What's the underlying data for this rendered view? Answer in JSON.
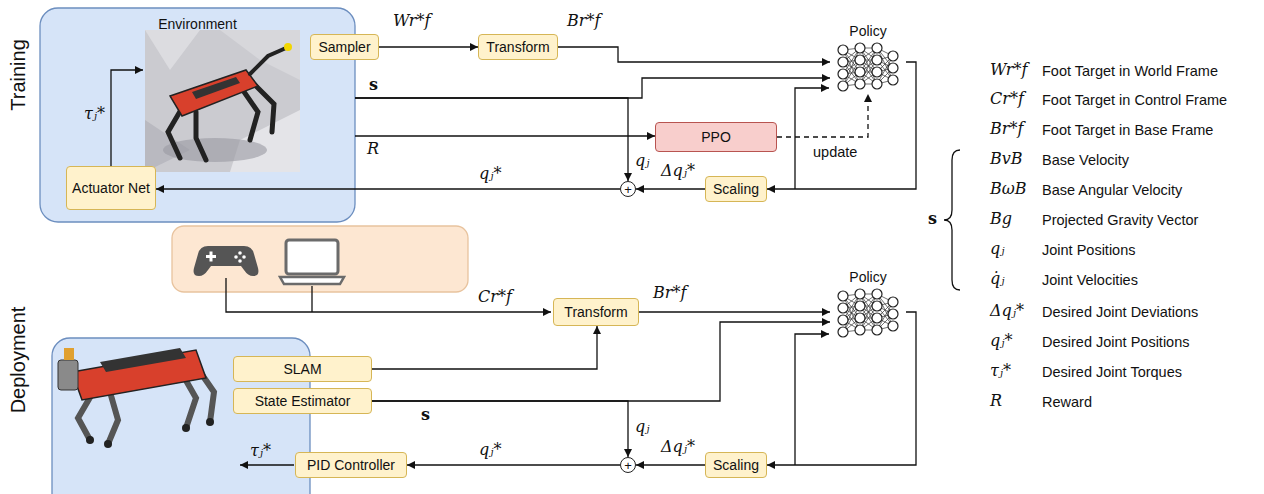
{
  "diagram": {
    "nodes": [
      {
        "text": [
          "Environment"
        ]
      },
      {
        "text": [
          "Actuator Net"
        ],
        "in": 0
      },
      {
        "text": [
          "Sampler"
        ]
      },
      {
        "text": [
          "Transform"
        ]
      },
      {
        "text": [
          "Policy"
        ]
      },
      {
        "text": [
          "PPO"
        ]
      },
      {
        "text": [
          "Scaling"
        ]
      },
      {
        "text": [
          "+"
        ]
      },
      {
        "text": [
          "Transform"
        ]
      },
      {
        "text": [
          "Policy"
        ]
      },
      {
        "text": [
          "SLAM"
        ]
      },
      {
        "text": [
          "State Estimator"
        ]
      },
      {
        "text": [
          "Scaling"
        ]
      },
      {
        "text": [
          "+"
        ]
      },
      {
        "text": [
          "PID Controller"
        ]
      }
    ],
    "edges": [
      {
        "from": 2,
        "to": 3,
        "arrow": "to",
        "label": "Wr*f"
      },
      {
        "from": 3,
        "to": 4,
        "arrow": "to",
        "label": "Br*f"
      },
      {
        "from": 0,
        "to": 4,
        "arrow": "to",
        "label": "s"
      },
      {
        "from": 0,
        "to": 7,
        "arrow": "to",
        "label": "qⱼ"
      },
      {
        "from": 0,
        "to": 5,
        "arrow": "to",
        "label": "R"
      },
      {
        "from": 5,
        "to": 4,
        "arrow": "to",
        "label": "update"
      },
      {
        "from": 4,
        "to": 6,
        "arrow": "to"
      },
      {
        "from": 6,
        "to": 7,
        "arrow": "to",
        "label": "Δqⱼ*"
      },
      {
        "from": 7,
        "to": 1,
        "arrow": "to",
        "label": "qⱼ*"
      },
      {
        "from": 10,
        "to": 8,
        "arrow": "to"
      },
      {
        "from": 8,
        "to": 9,
        "arrow": "to",
        "label": "Br*f"
      },
      {
        "from": 11,
        "to": 9,
        "arrow": "to",
        "label": "s"
      },
      {
        "from": 11,
        "to": 13,
        "arrow": "to",
        "label": "qⱼ"
      },
      {
        "from": 9,
        "to": 12,
        "arrow": "to"
      },
      {
        "from": 12,
        "to": 13,
        "arrow": "to",
        "label": "Δqⱼ*"
      },
      {
        "from": 13,
        "to": 14,
        "arrow": "to",
        "label": "qⱼ*"
      }
    ],
    "labels": [
      "Training",
      "τⱼ*",
      "Deployment",
      "Cr*f",
      "τⱼ*",
      "Wr*f",
      "Foot Target in World Frame",
      "Cr*f",
      "Foot Target in Control Frame",
      "Br*f",
      "Foot Target in Base Frame",
      "s",
      "BvB",
      "Base Velocity",
      "BωB",
      "Base Angular Velocity",
      "Bg",
      "Projected Gravity Vector",
      "qⱼ",
      "Joint Positions",
      "q̇ⱼ",
      "Joint Velocities",
      "Δqⱼ*",
      "Desired Joint Deviations",
      "qⱼ*",
      "Desired Joint Positions",
      "τⱼ*",
      "Desired Joint Torques",
      "R",
      "Reward"
    ]
  }
}
